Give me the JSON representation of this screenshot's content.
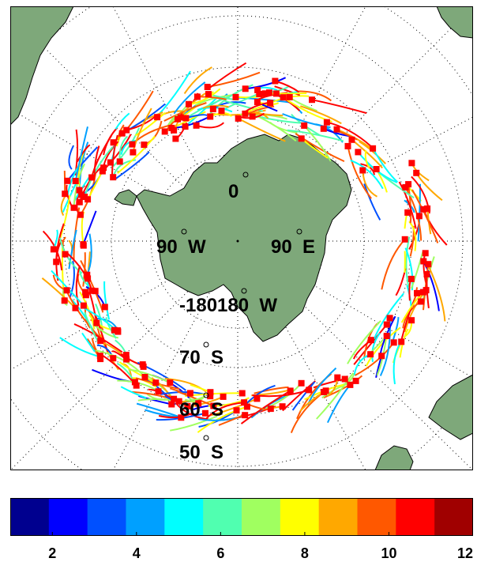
{
  "map": {
    "ocean_color": "#ffffff",
    "land_color": "#7ea87a",
    "coast_color": "#000000",
    "grid_color": "#000000",
    "marker_color": "#ff0000",
    "marker_inner_color": "#ffee00",
    "labels": {
      "lon_0": "0",
      "lon_90w": "90  W",
      "lon_90e": "90  E",
      "lon_180": "-180180  W",
      "lat_70": "70  S",
      "lat_60": "60  S",
      "lat_50": "50  S"
    }
  },
  "colorbar": {
    "min": 1,
    "max": 12,
    "colors": [
      "#00008f",
      "#0000ff",
      "#0050ff",
      "#00a0ff",
      "#00ffff",
      "#50ffb0",
      "#a0ff60",
      "#ffff00",
      "#ffa800",
      "#ff5800",
      "#ff0000",
      "#a00000"
    ],
    "ticks": [
      2,
      4,
      6,
      8,
      10,
      12
    ]
  }
}
